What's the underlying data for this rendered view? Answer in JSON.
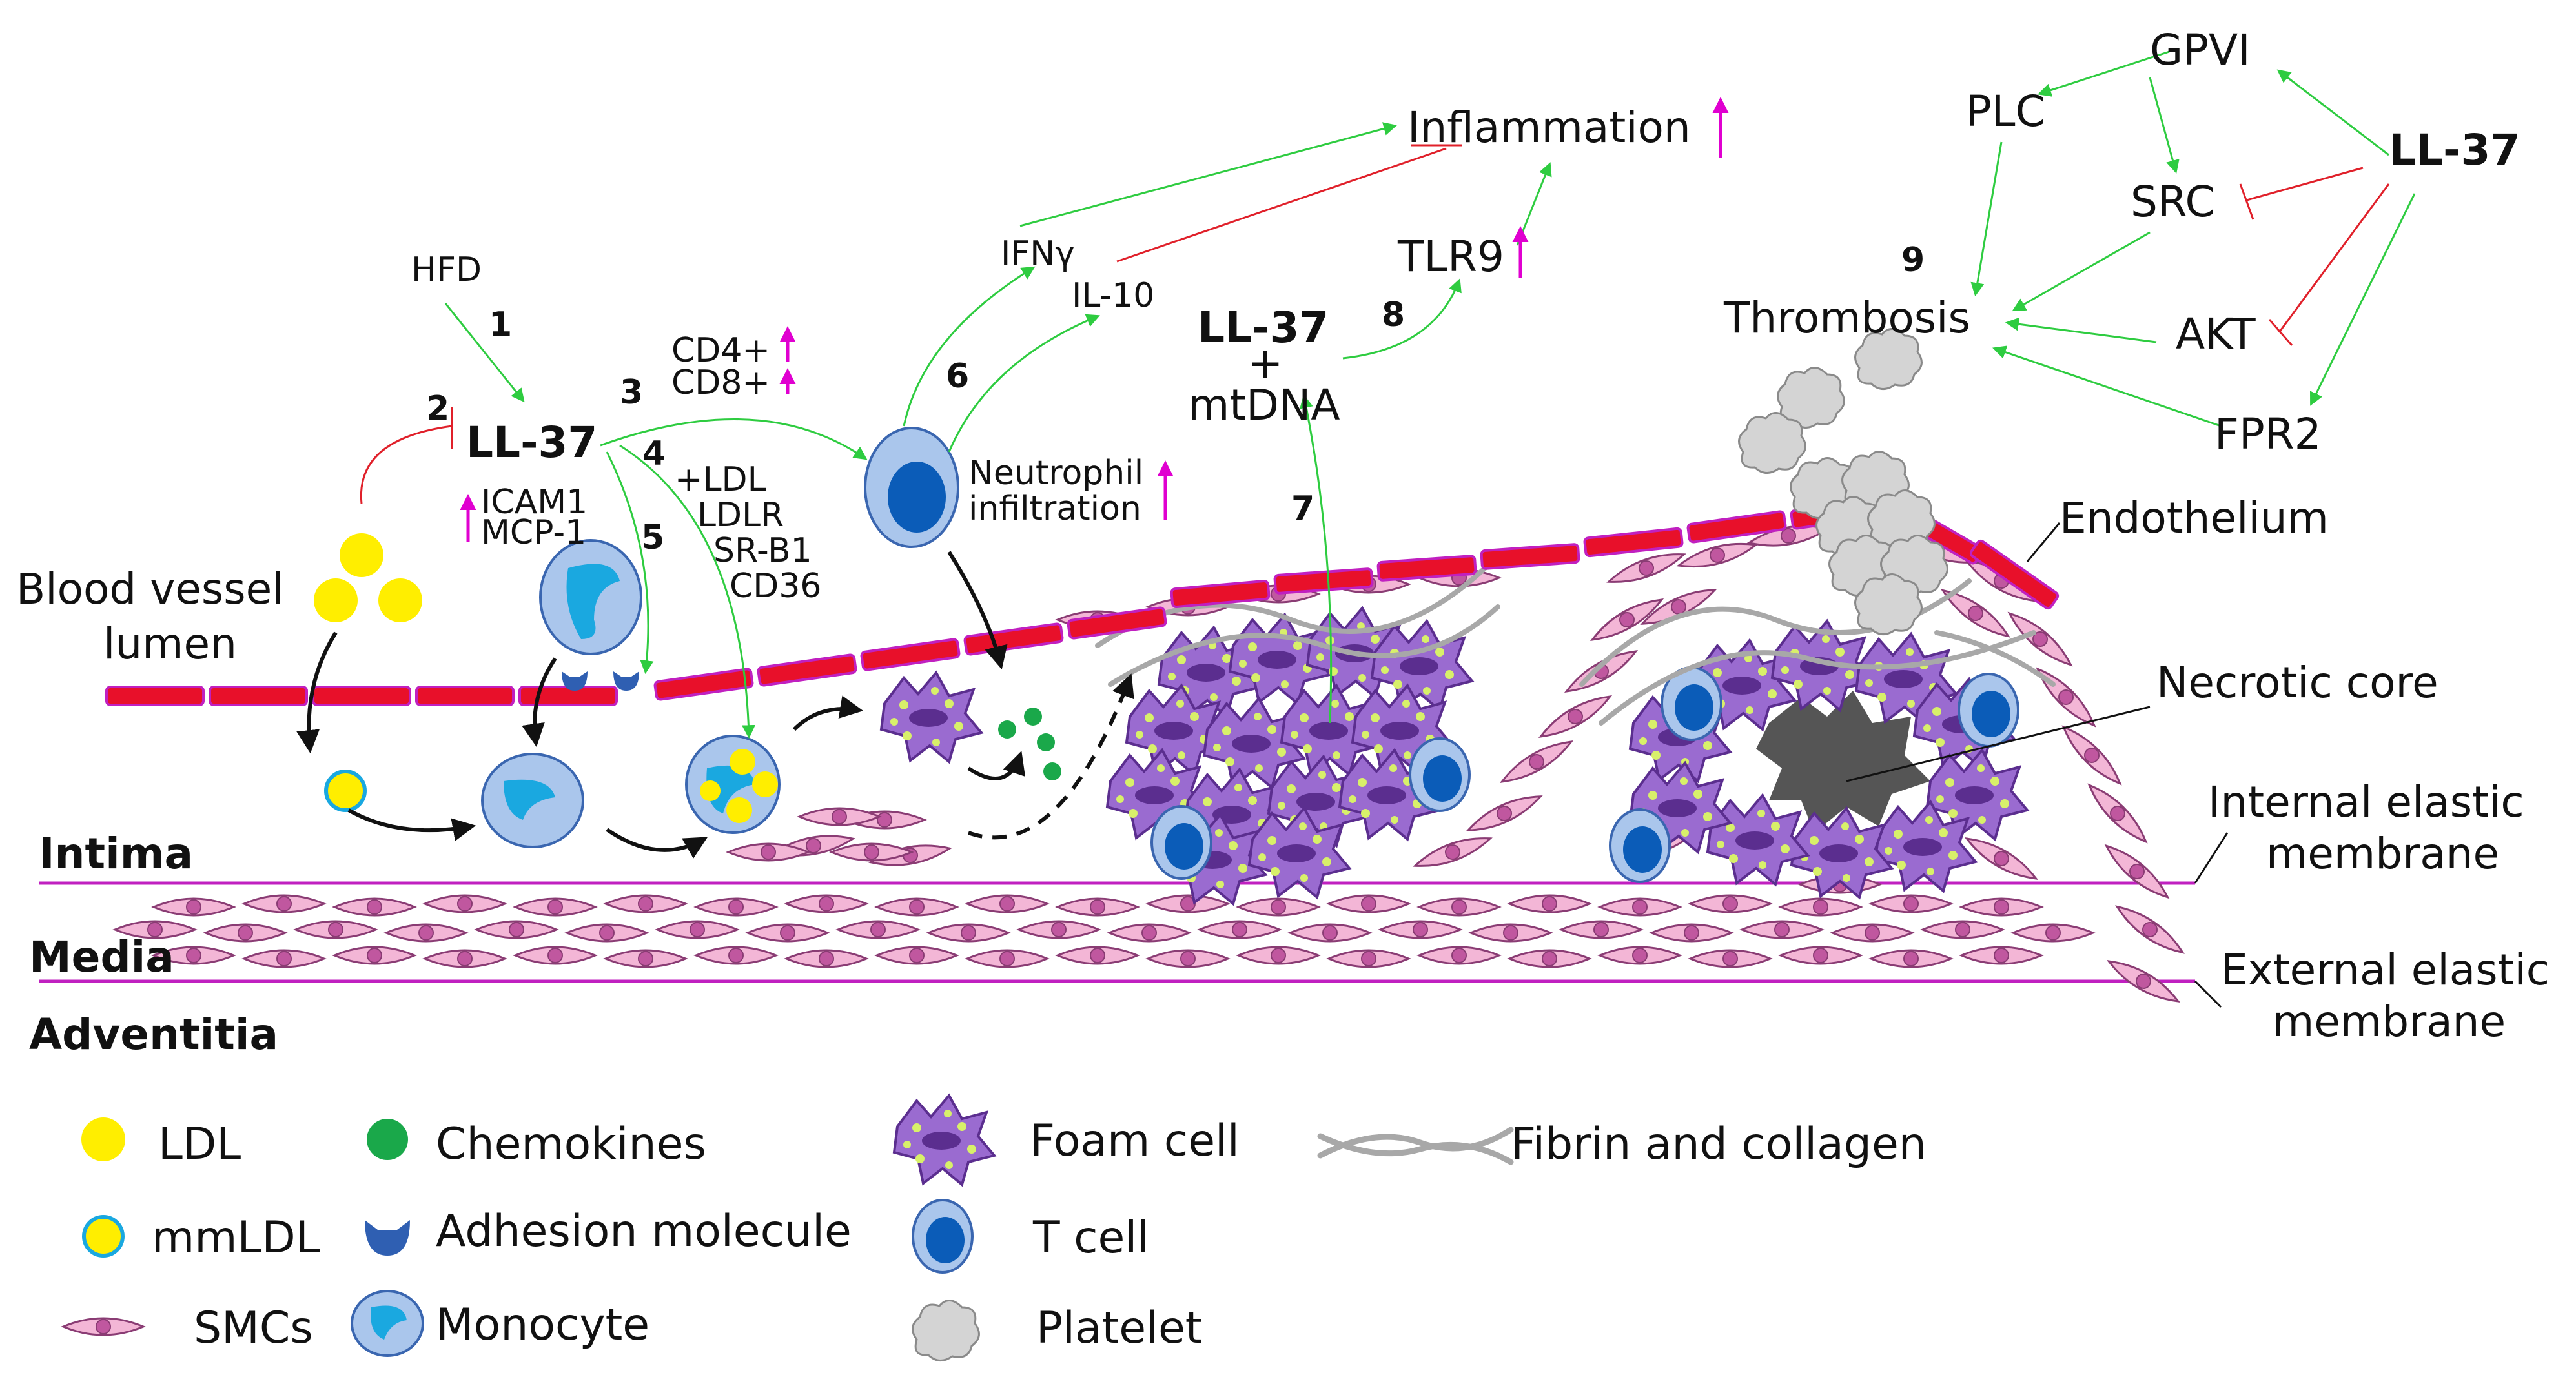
{
  "colors": {
    "green_arrow": "#2ecc40",
    "red_inhibit": "#e0202a",
    "magenta_up": "#e000d0",
    "endothelium": "#e8102a",
    "smc_fill": "#f3b6d6",
    "smc_stroke": "#8a3c74",
    "foam_fill": "#9a6bd0",
    "ldl": "#ffee00",
    "monocyte": "#aac6ec",
    "chemokine": "#1aa84a",
    "platelet": "#cfcfcf",
    "necrotic": "#555555",
    "membrane_line": "#c020c0"
  },
  "labels": {
    "hfd": "HFD",
    "ll37_main": "LL-37",
    "icam1": "ICAM1",
    "mcp1": "MCP-1",
    "cd4": "CD4+",
    "cd8": "CD8+",
    "ldl_plus": "+LDL",
    "ldlr": "LDLR",
    "srb1": "SR-B1",
    "cd36": "CD36",
    "ifng": "IFNγ",
    "il10": "IL-10",
    "neutrophil": "Neutrophil",
    "infiltration": "infiltration",
    "inflammation": "Inflammation",
    "tlr9": "TLR9",
    "ll37_mt": "LL-37",
    "plus": "+",
    "mtdna": "mtDNA",
    "gpvi": "GPVI",
    "plc": "PLC",
    "src": "SRC",
    "ll37_right": "LL-37",
    "thrombosis": "Thrombosis",
    "akt": "AKT",
    "fpr2": "FPR2",
    "endothelium": "Endothelium",
    "necrotic_core": "Necrotic core",
    "internal_elastic_1": "Internal elastic",
    "internal_elastic_2": "membrane",
    "external_elastic_1": "External elastic",
    "external_elastic_2": "membrane",
    "blood_vessel_1": "Blood vessel",
    "blood_vessel_2": "lumen",
    "intima": "Intima",
    "media": "Media",
    "adventitia": "Adventitia"
  },
  "step_numbers": [
    "1",
    "2",
    "3",
    "4",
    "5",
    "6",
    "7",
    "8",
    "9"
  ],
  "legend": {
    "ldl": "LDL",
    "mmldl": "mmLDL",
    "smcs": "SMCs",
    "chemokines": "Chemokines",
    "adhesion": "Adhesion molecule",
    "monocyte": "Monocyte",
    "foam_cell": "Foam cell",
    "t_cell": "T cell",
    "platelet": "Platelet",
    "fibrin": "Fibrin and collagen"
  }
}
